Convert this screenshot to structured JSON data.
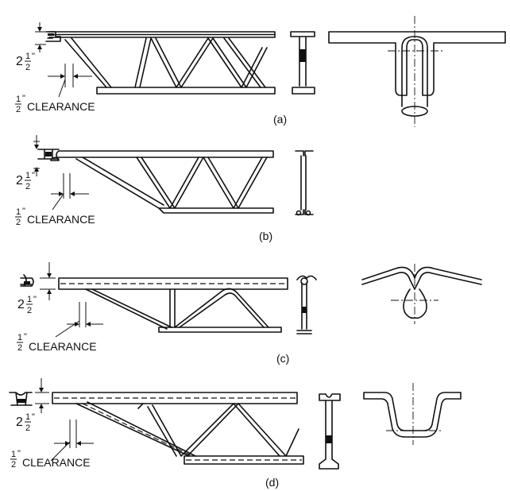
{
  "dimension": {
    "whole": "2",
    "numerator": "1",
    "denominator": "2",
    "inch_mark": "\""
  },
  "clearance": {
    "numerator": "1",
    "denominator": "2",
    "inch_mark": "\"",
    "label": "CLEARANCE"
  },
  "panels": [
    {
      "caption": "(a)"
    },
    {
      "caption": "(b)"
    },
    {
      "caption": "(c)"
    },
    {
      "caption": "(d)"
    }
  ]
}
